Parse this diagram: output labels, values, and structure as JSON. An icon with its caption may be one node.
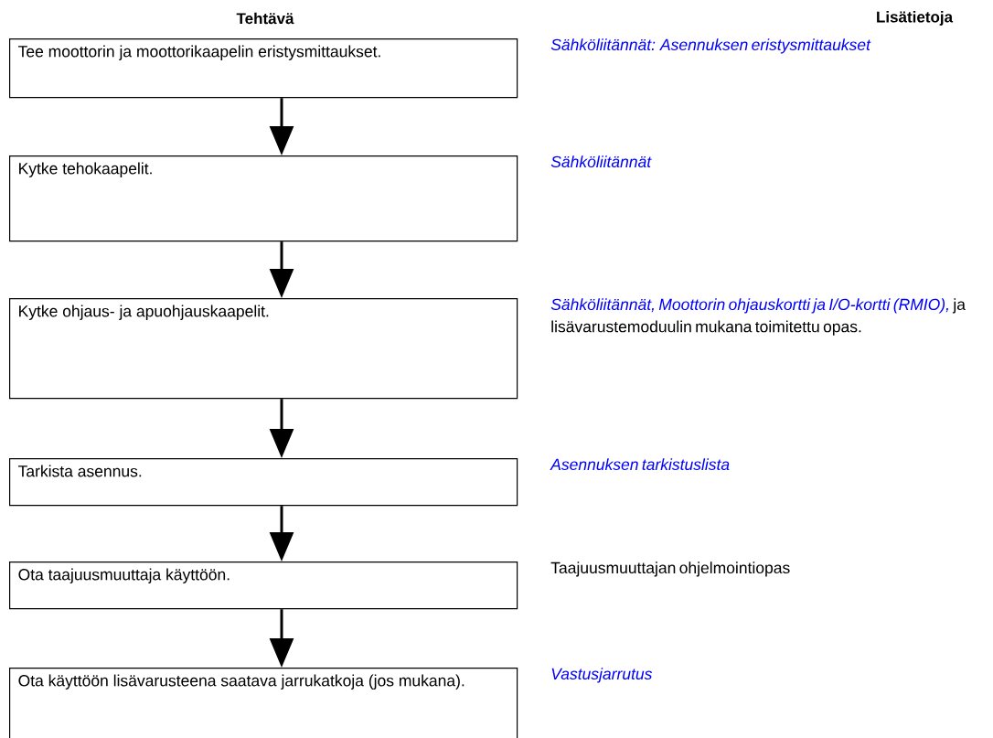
{
  "diagram": {
    "nodes": [
      {
        "text": [
          "Tee moottorin ja moottorikaapelin eristysmittaukset."
        ],
        "beside": [
          "Sähköliitännät: Asennuksen eristysmittaukset"
        ]
      },
      {
        "text": [
          "Kytke tehokaapelit."
        ],
        "beside": [
          "Sähköliitännät"
        ]
      },
      {
        "text": [
          "Kytke ohjaus- ja apuohjauskaapelit."
        ],
        "beside": [
          "*Sähköliitännät, Moottorin ohjauskortti ja I/O-kortti (RMIO),* ja lisävarustemoduulin mukana toimitettu opas."
        ]
      },
      {
        "text": [
          "Tarkista asennus."
        ],
        "beside": [
          "Asennuksen tarkistuslista"
        ]
      },
      {
        "text": [
          "Ota taajuusmuuttaja käyttöön."
        ],
        "beside": [
          "Taajuusmuuttajan ohjelmointiopas"
        ]
      },
      {
        "text": [
          "Ota käyttöön lisävarusteena saatava jarrukatkoja (jos mukana)."
        ],
        "beside": [
          "Vastusjarrutus"
        ]
      }
    ],
    "edges": [
      {
        "from": 0,
        "to": 1,
        "arrow": "to"
      },
      {
        "from": 1,
        "to": 2,
        "arrow": "to"
      },
      {
        "from": 2,
        "to": 3,
        "arrow": "to"
      },
      {
        "from": 3,
        "to": 4,
        "arrow": "to"
      },
      {
        "from": 4,
        "to": 5,
        "arrow": "to"
      }
    ],
    "labels": [
      "Tehtävä",
      "Lisätietoja"
    ]
  }
}
